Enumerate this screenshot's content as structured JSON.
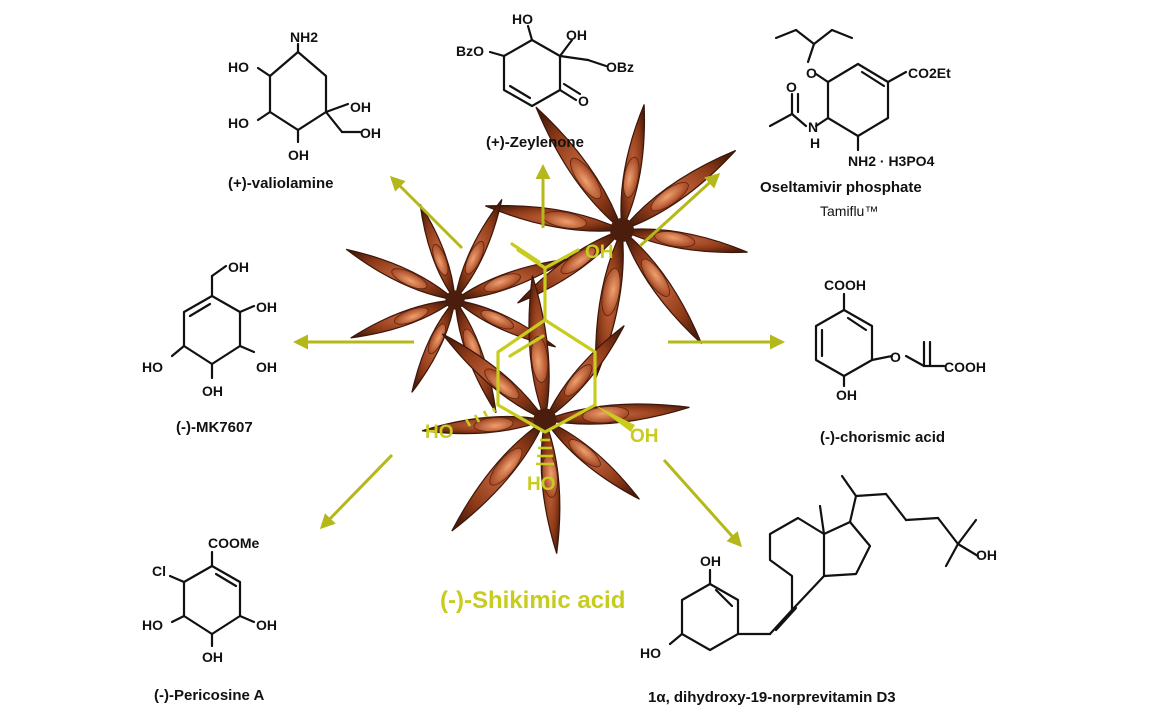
{
  "center": {
    "title": "(-)-Shikimic acid",
    "groups": {
      "oh_acid": "OH",
      "ho_left": "HO",
      "oh_right": "OH",
      "ho_bottom": "HO"
    }
  },
  "products": [
    {
      "id": "valiolamine",
      "name": "(+)-valiolamine",
      "groups": [
        "NH2",
        "HO",
        "HO",
        "OH",
        "OH",
        "OH"
      ]
    },
    {
      "id": "zeylenone",
      "name": "(+)-Zeylenone",
      "groups": [
        "HO",
        "OH",
        "BzO",
        "OBz",
        "O"
      ]
    },
    {
      "id": "oseltamivir",
      "name": "Oseltamivir phosphate",
      "subtitle": "Tamiflu™",
      "groups": [
        "CO2Et",
        "O",
        "O",
        "N",
        "H",
        "NH2 · H3PO4"
      ]
    },
    {
      "id": "mk7607",
      "name": "(-)-MK7607",
      "groups": [
        "OH",
        "OH",
        "HO",
        "OH",
        "OH"
      ]
    },
    {
      "id": "chorismic",
      "name": "(-)-chorismic acid",
      "groups": [
        "COOH",
        "O",
        "COOH",
        "OH"
      ]
    },
    {
      "id": "pericosine",
      "name": "(-)-Pericosine A",
      "groups": [
        "COOMe",
        "Cl",
        "HO",
        "OH",
        "OH"
      ]
    },
    {
      "id": "norprevitamin",
      "name": "1α, dihydroxy-19-norprevitamin D3",
      "groups": [
        "OH",
        "HO",
        "OH"
      ]
    }
  ],
  "colors": {
    "accent": "#c8cc1e",
    "arrow": "#b4b81a",
    "text": "#111111",
    "anise_dark": "#5a2410",
    "anise_mid": "#8e3a18",
    "anise_light": "#c0623a"
  }
}
